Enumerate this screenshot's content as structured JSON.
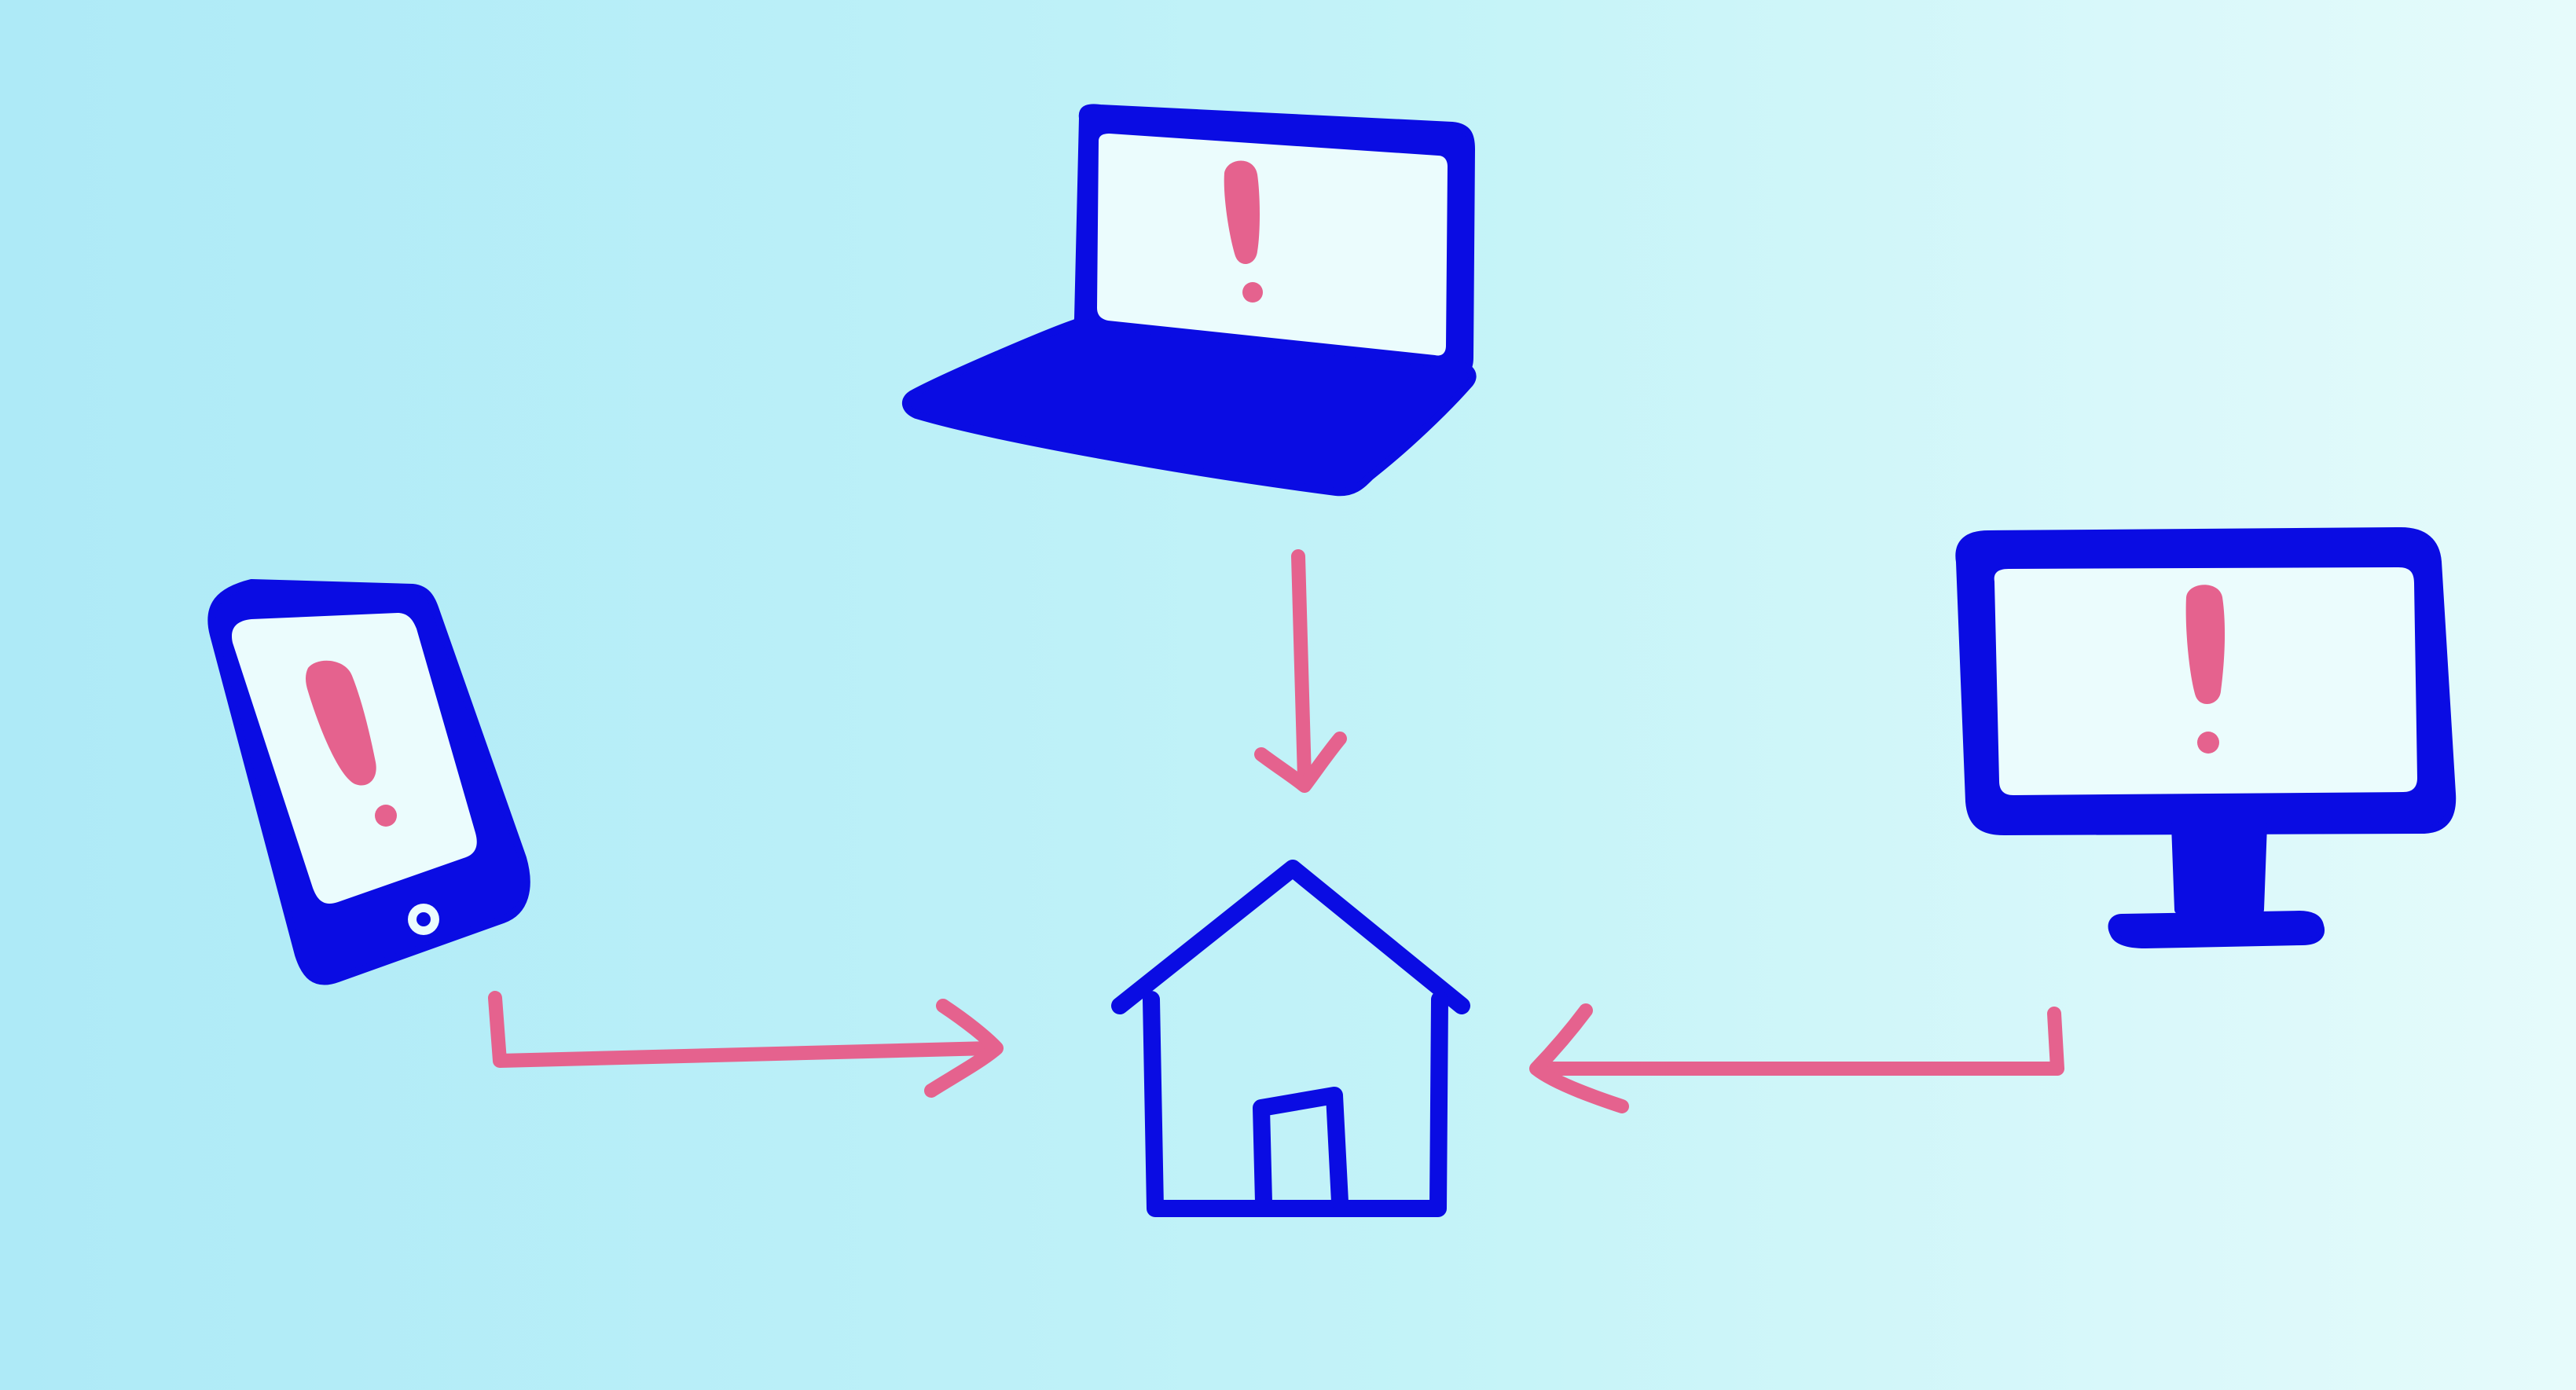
{
  "palette": {
    "background_left": "#aeeaf7",
    "background_mid": "#c3f3f8",
    "background_right": "#e6fbfb",
    "device_blue": "#0a0ce3",
    "screen_fill": "#ebfcfd",
    "alert_pink": "#e5628e"
  },
  "devices": [
    {
      "name": "phone",
      "icon": "smartphone-icon",
      "status": "alert",
      "alert_glyph": "!"
    },
    {
      "name": "laptop",
      "icon": "laptop-icon",
      "status": "alert",
      "alert_glyph": "!"
    },
    {
      "name": "monitor",
      "icon": "desktop-monitor-icon",
      "status": "alert",
      "alert_glyph": "!"
    }
  ],
  "destination": {
    "name": "home",
    "icon": "house-icon"
  },
  "connections": [
    {
      "from": "phone",
      "to": "home",
      "icon": "arrow-right-icon"
    },
    {
      "from": "laptop",
      "to": "home",
      "icon": "arrow-down-icon"
    },
    {
      "from": "monitor",
      "to": "home",
      "icon": "arrow-left-icon"
    }
  ]
}
